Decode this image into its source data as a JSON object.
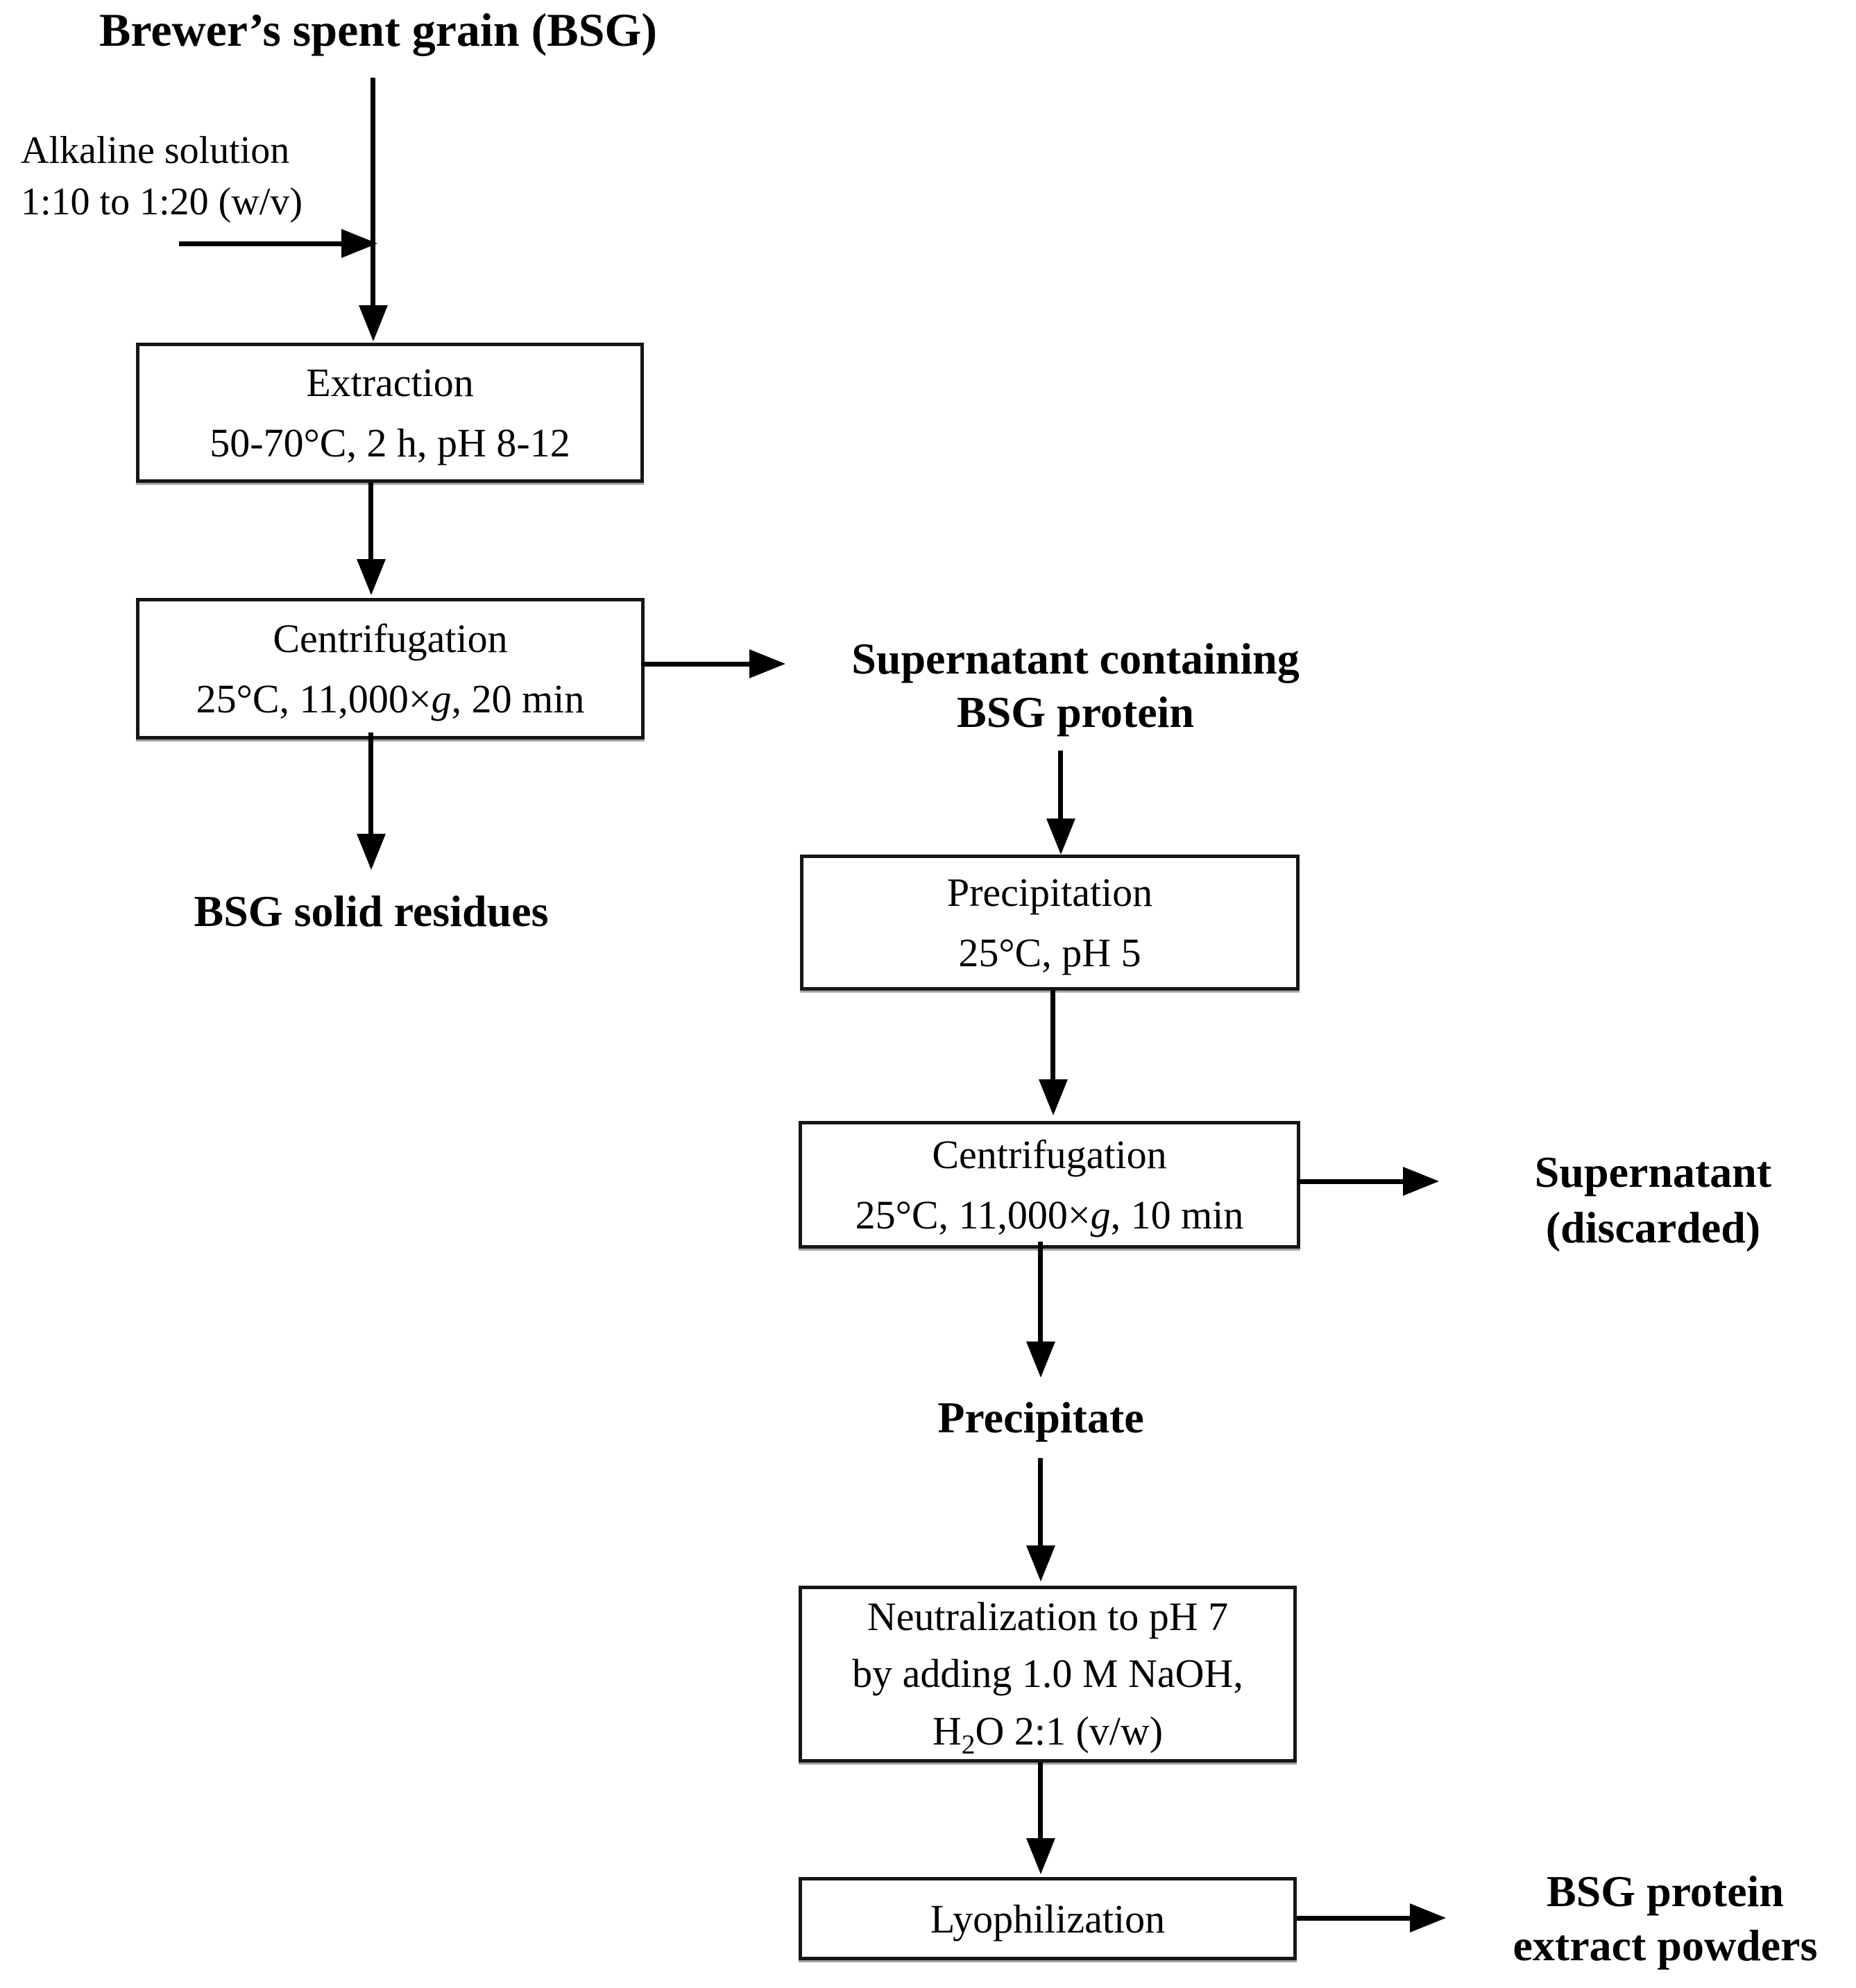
{
  "flowchart": {
    "title": "Brewer’s spent grain (BSG)",
    "inputs": {
      "alkaline": {
        "line1": "Alkaline solution",
        "line2": "1:10 to 1:20 (w/v)"
      }
    },
    "boxes": {
      "extraction": {
        "line1": "Extraction",
        "line2": "50-70°C, 2 h, pH 8-12"
      },
      "centrifugation1": {
        "line1": "Centrifugation",
        "line2_pre": "25°C, 11,000×",
        "line2_italic": "g",
        "line2_post": ", 20 min"
      },
      "precipitation": {
        "line1": "Precipitation",
        "line2": "25°C, pH 5"
      },
      "centrifugation2": {
        "line1": "Centrifugation",
        "line2_pre": "25°C, 11,000×",
        "line2_italic": "g",
        "line2_post": ", 10 min"
      },
      "neutralization": {
        "line1": "Neutralization to pH 7",
        "line2": "by adding 1.0 M NaOH,",
        "line3_pre": "H",
        "line3_sub": "2",
        "line3_post": "O 2:1 (v/w)"
      },
      "lyophilization": {
        "line1": "Lyophilization"
      }
    },
    "outputs": {
      "supernatant1": {
        "line1": "Supernatant containing",
        "line2": "BSG protein"
      },
      "bsg_solid_residues": "BSG solid residues",
      "supernatant2": {
        "line1": "Supernatant",
        "line2": "(discarded)"
      },
      "precipitate": "Precipitate",
      "product": {
        "line1": "BSG protein",
        "line2": "extract powders"
      }
    },
    "colors": {
      "background": "#ffffff",
      "text": "#000000",
      "line": "#000000",
      "box_border": "#161616"
    }
  }
}
